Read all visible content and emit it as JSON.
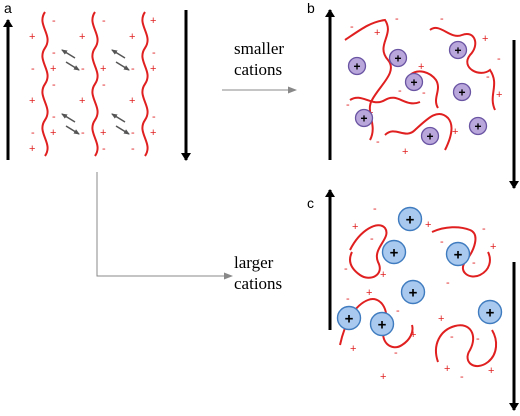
{
  "panels": {
    "a": "a",
    "b": "b",
    "c": "c"
  },
  "captions": {
    "smaller_line1": "smaller",
    "smaller_line2": "cations",
    "larger_line1": "larger",
    "larger_line2": "cations"
  },
  "symbols": {
    "plus": "+",
    "minus": "-"
  },
  "colors": {
    "chain": "#e02020",
    "small_cation_fill": "#b9a6db",
    "small_cation_stroke": "#6a55a3",
    "large_cation_fill": "#a9c9ee",
    "large_cation_stroke": "#3f7bbf",
    "arrow": "#000000",
    "dipole": "#555555",
    "connector": "#888888"
  }
}
